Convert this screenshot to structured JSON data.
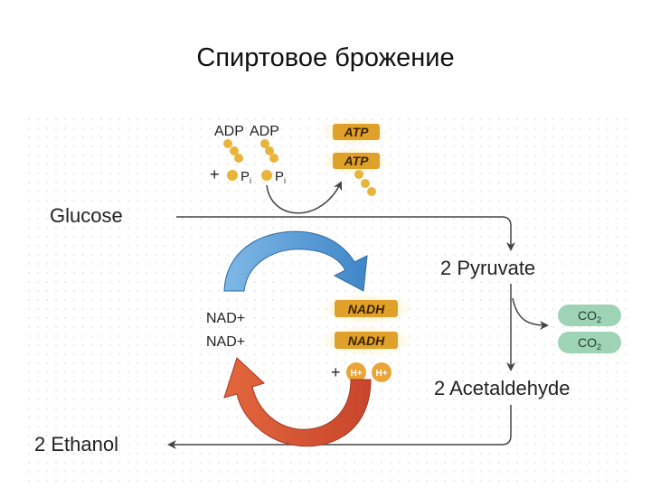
{
  "title": "Спиртовое брожение",
  "diagram": {
    "atp_inputs": {
      "adp1": "ADP",
      "adp2": "ADP",
      "plus": "+",
      "pi1": "P",
      "pi1_sub": "i",
      "pi2": "P",
      "pi2_sub": "i"
    },
    "atp_outputs": [
      "ATP",
      "ATP"
    ],
    "glucose": "Glucose",
    "pyruvate": "2 Pyruvate",
    "co2": [
      {
        "main": "CO",
        "sub": "2"
      },
      {
        "main": "CO",
        "sub": "2"
      }
    ],
    "acetaldehyde": "2 Acetaldehyde",
    "ethanol": "2 Ethanol",
    "nad": [
      "NAD+",
      "NAD+"
    ],
    "nadh": [
      "NADH",
      "NADH"
    ],
    "h_plus": {
      "plus": "+",
      "h1": "H+",
      "h2": "H+"
    }
  },
  "colors": {
    "atp_gold": "#e0a12a",
    "nadh_gold": "#e0a12a",
    "glow": "#fbe79a",
    "co2_green": "#9fd3b6",
    "blue_arrow": "#4d95d3",
    "red_arrow": "#d9573a",
    "line": "#444444"
  }
}
